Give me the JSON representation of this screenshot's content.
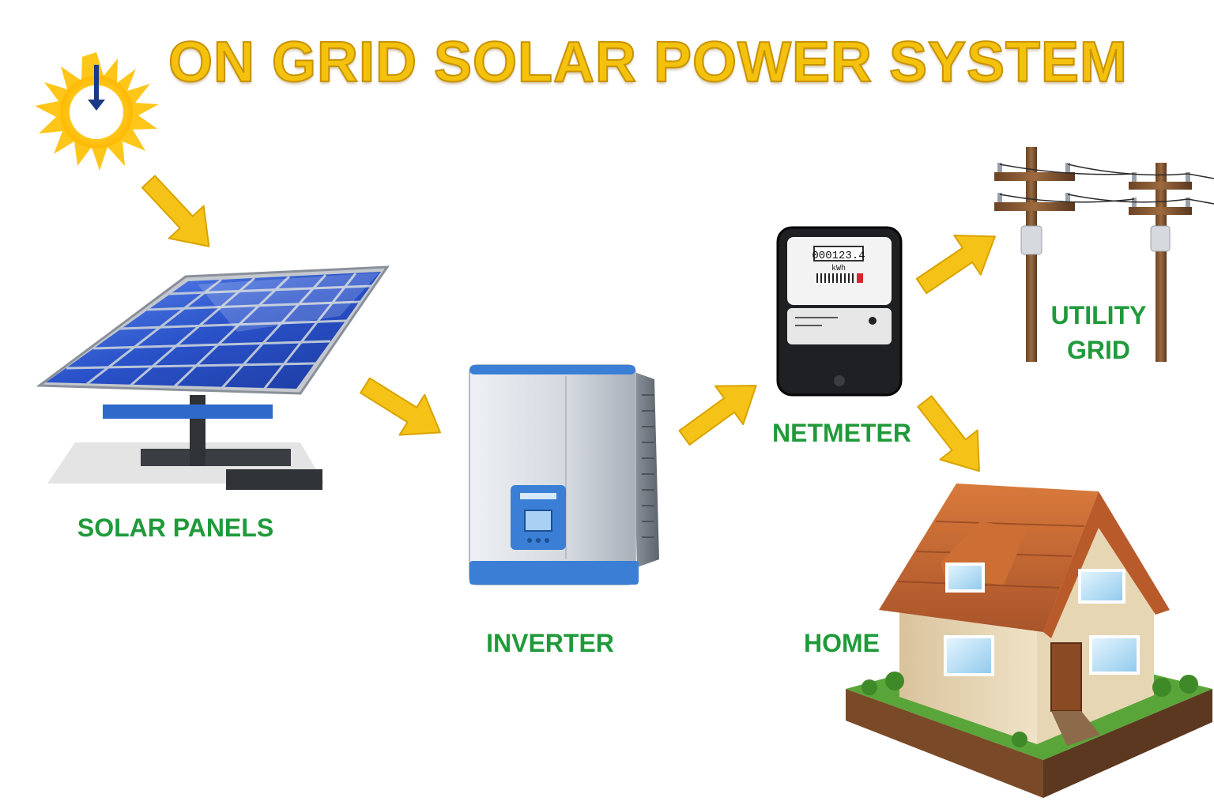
{
  "title": "ON GRID SOLAR POWER SYSTEM",
  "labels": {
    "solar_panels": "SOLAR PANELS",
    "inverter": "INVERTER",
    "netmeter": "NETMETER",
    "utility_grid_line1": "UTILITY",
    "utility_grid_line2": "GRID",
    "home": "HOME"
  },
  "meter": {
    "reading": "000123.4",
    "unit": "kWh"
  },
  "colors": {
    "title": "#f4c20d",
    "label": "#1f9a3a",
    "arrow": "#f5c217",
    "sun": "#ffd21e",
    "panel_cell": "#2a52c9",
    "inverter_body": "#d7dbe2",
    "inverter_accent": "#3a7fd5",
    "pole": "#8a5a32",
    "roof": "#c96a32",
    "house_wall": "#e6d5b5",
    "grass": "#4e9a2e"
  },
  "icons": [
    "sun-icon",
    "solar-panel-icon",
    "inverter-icon",
    "net-meter-icon",
    "utility-pole-icon",
    "house-icon",
    "flow-arrow-icon"
  ]
}
